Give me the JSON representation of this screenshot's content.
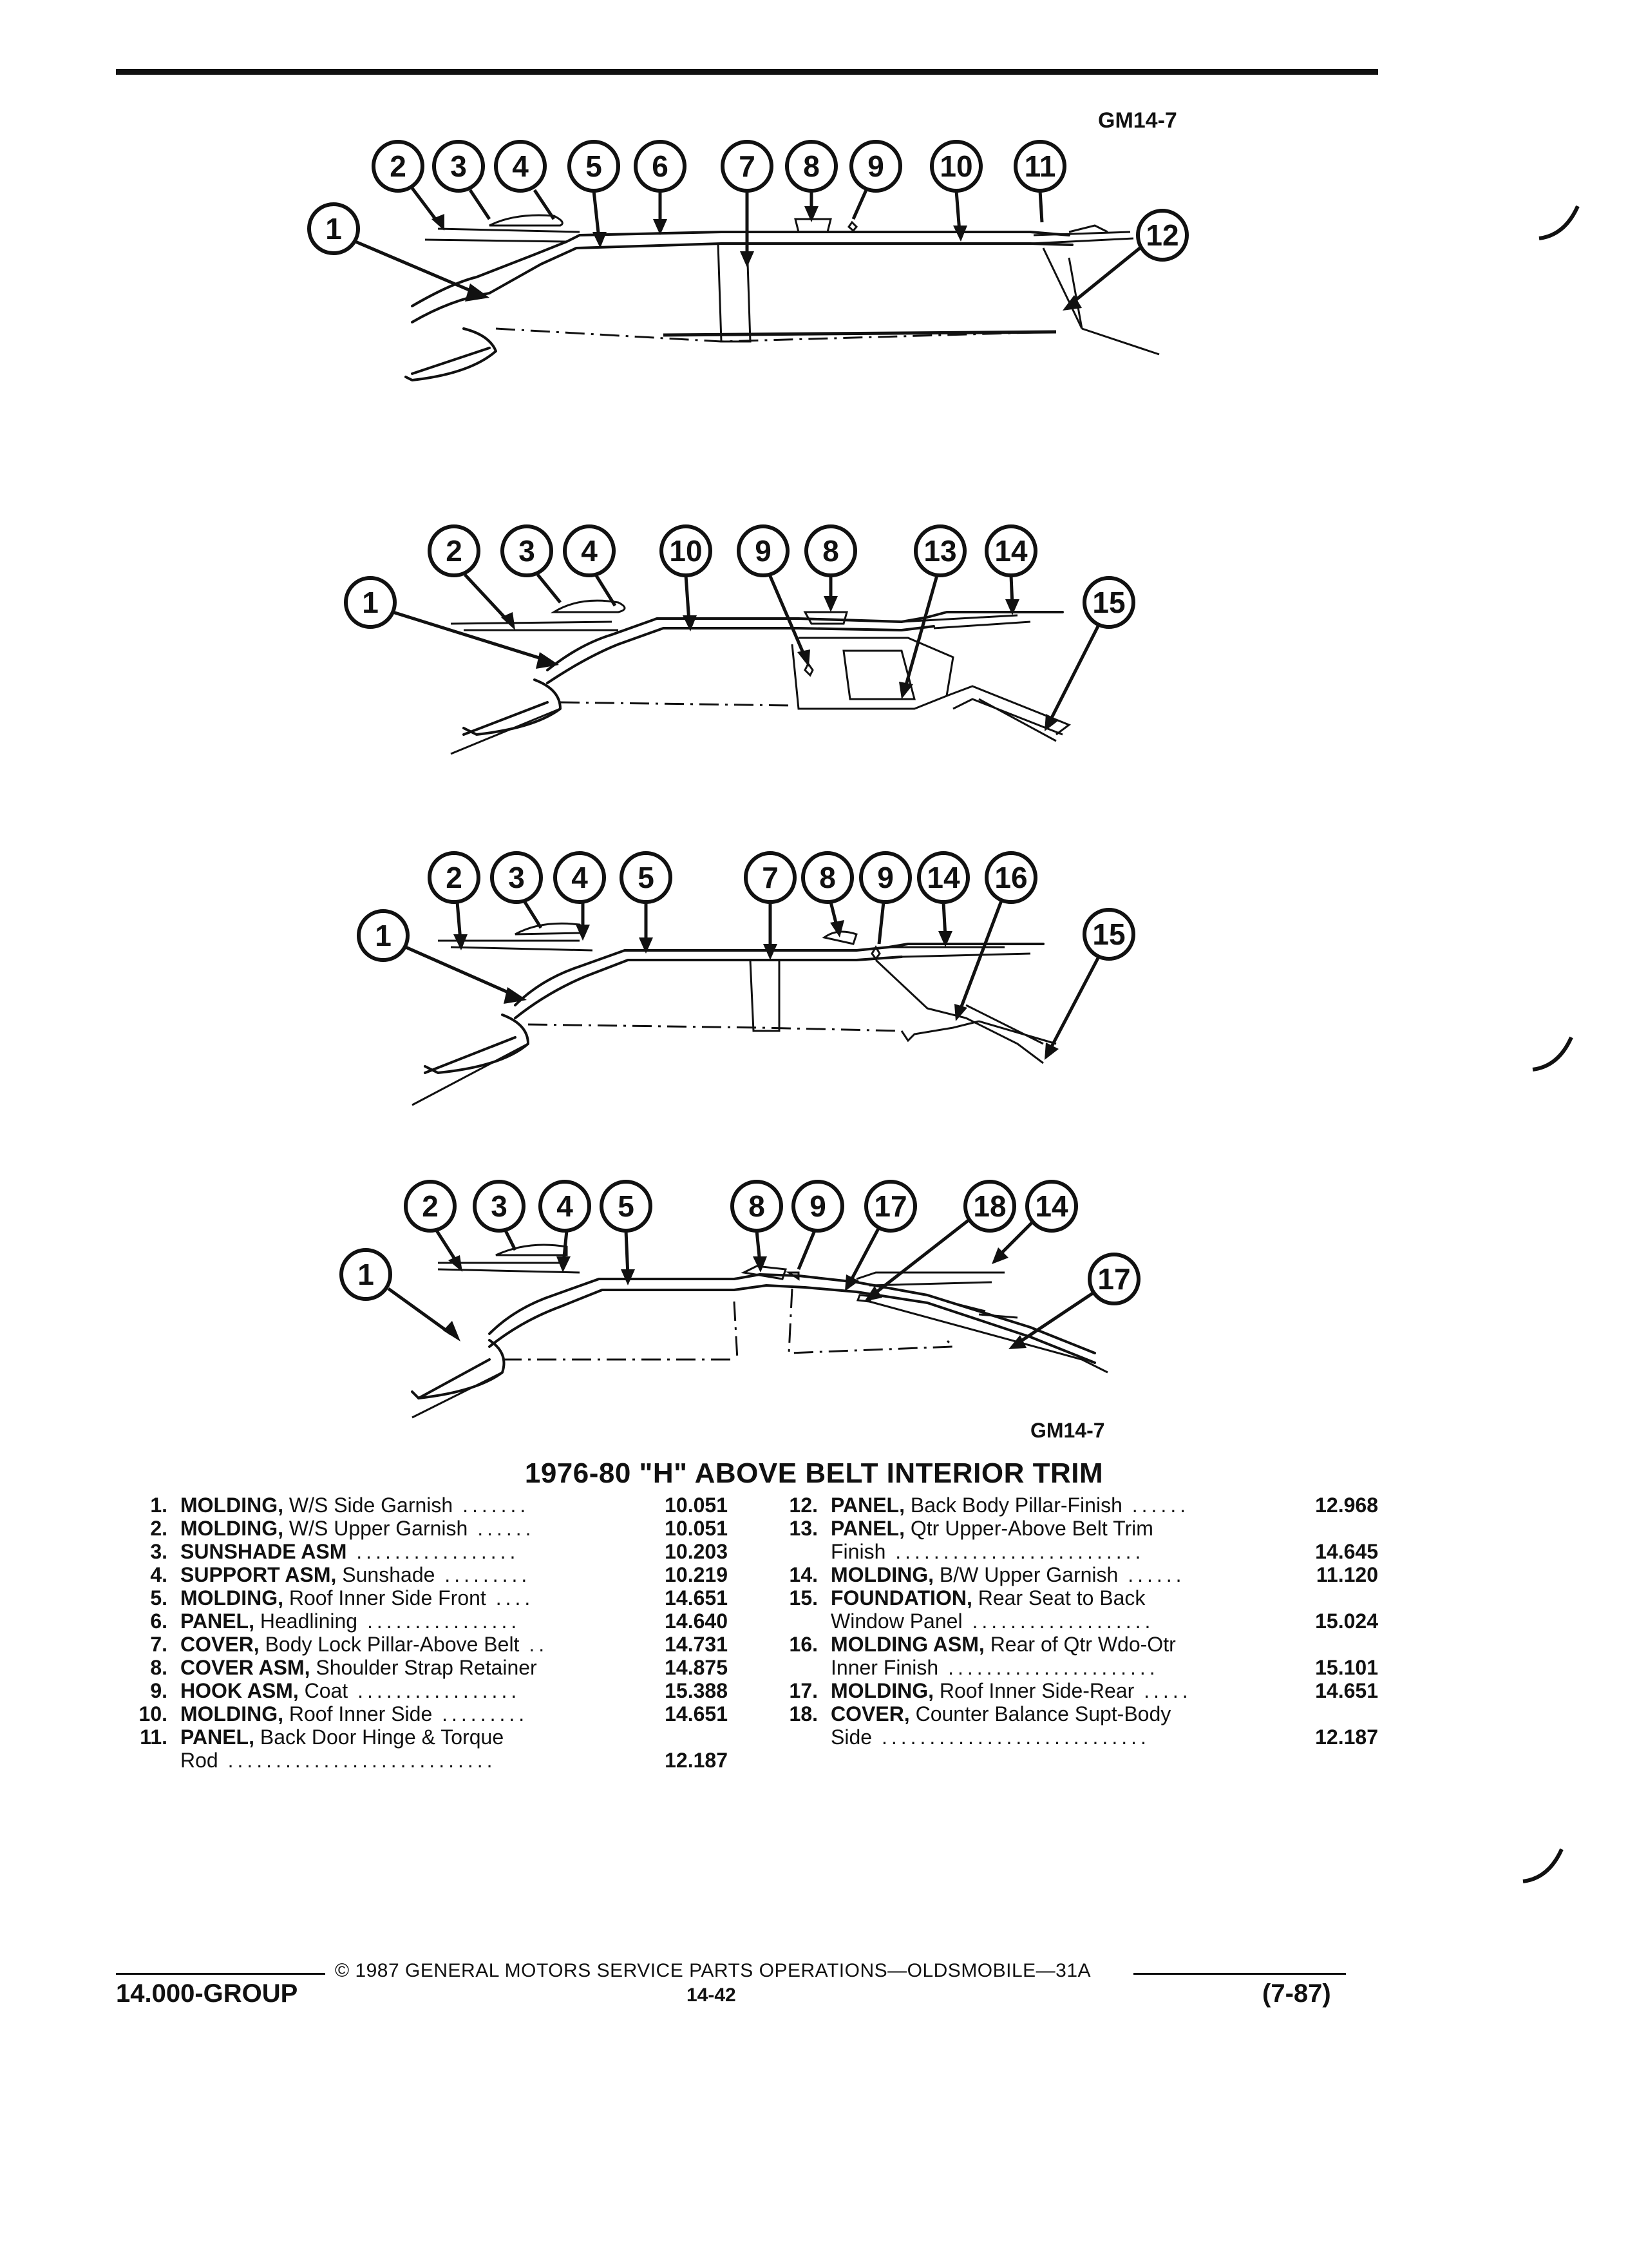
{
  "header": {
    "ref_top": "GM14-7",
    "ref_bottom": "GM14-7"
  },
  "diagrams": [
    {
      "callouts": [
        "1",
        "2",
        "3",
        "4",
        "5",
        "6",
        "7",
        "8",
        "9",
        "10",
        "11",
        "12"
      ]
    },
    {
      "callouts": [
        "1",
        "2",
        "3",
        "4",
        "10",
        "9",
        "8",
        "13",
        "14",
        "15"
      ]
    },
    {
      "callouts": [
        "1",
        "2",
        "3",
        "4",
        "5",
        "7",
        "8",
        "9",
        "14",
        "16",
        "15"
      ]
    },
    {
      "callouts": [
        "1",
        "2",
        "3",
        "4",
        "5",
        "8",
        "9",
        "17",
        "18",
        "14",
        "17"
      ]
    }
  ],
  "title": "1976-80 \"H\" ABOVE BELT INTERIOR TRIM",
  "parts_left": [
    {
      "num": "1.",
      "name": "MOLDING,",
      "desc": " W/S Side Garnish",
      "leader": " .......",
      "pn": "10.051"
    },
    {
      "num": "2.",
      "name": "MOLDING,",
      "desc": " W/S Upper Garnish",
      "leader": " ......",
      "pn": "10.051"
    },
    {
      "num": "3.",
      "name": "SUNSHADE ASM",
      "desc": "",
      "leader": " .................",
      "pn": "10.203"
    },
    {
      "num": "4.",
      "name": "SUPPORT ASM,",
      "desc": " Sunshade",
      "leader": " .........",
      "pn": "10.219"
    },
    {
      "num": "5.",
      "name": "MOLDING,",
      "desc": " Roof Inner Side Front",
      "leader": " ....",
      "pn": "14.651"
    },
    {
      "num": "6.",
      "name": "PANEL,",
      "desc": " Headlining",
      "leader": " ................",
      "pn": "14.640"
    },
    {
      "num": "7.",
      "name": "COVER,",
      "desc": " Body Lock Pillar-Above Belt",
      "leader": " ..",
      "pn": "14.731"
    },
    {
      "num": "8.",
      "name": "COVER ASM,",
      "desc": " Shoulder Strap Retainer",
      "leader": "",
      "pn": "14.875"
    },
    {
      "num": "9.",
      "name": "HOOK ASM,",
      "desc": " Coat",
      "leader": " .................",
      "pn": "15.388"
    },
    {
      "num": "10.",
      "name": "MOLDING,",
      "desc": " Roof Inner Side",
      "leader": " .........",
      "pn": "14.651"
    },
    {
      "num": "11.",
      "name": "PANEL,",
      "desc": " Back Door Hinge & Torque",
      "leader": "",
      "pn": ""
    },
    {
      "num": "",
      "name": "",
      "desc": "Rod",
      "leader": " ............................",
      "pn": "12.187"
    }
  ],
  "parts_right": [
    {
      "num": "12.",
      "name": "PANEL,",
      "desc": " Back Body Pillar-Finish",
      "leader": " ......",
      "pn": "12.968"
    },
    {
      "num": "13.",
      "name": "PANEL,",
      "desc": " Qtr Upper-Above Belt Trim",
      "leader": "",
      "pn": ""
    },
    {
      "num": "",
      "name": "",
      "desc": "Finish",
      "leader": " ..........................",
      "pn": "14.645"
    },
    {
      "num": "14.",
      "name": "MOLDING,",
      "desc": " B/W Upper Garnish",
      "leader": " ......",
      "pn": "11.120"
    },
    {
      "num": "15.",
      "name": "FOUNDATION,",
      "desc": " Rear Seat to Back",
      "leader": "",
      "pn": ""
    },
    {
      "num": "",
      "name": "",
      "desc": "Window Panel",
      "leader": " ...................",
      "pn": "15.024"
    },
    {
      "num": "16.",
      "name": "MOLDING ASM,",
      "desc": " Rear of Qtr Wdo-Otr",
      "leader": "",
      "pn": ""
    },
    {
      "num": "",
      "name": "",
      "desc": "Inner Finish",
      "leader": " ......................",
      "pn": "15.101"
    },
    {
      "num": "17.",
      "name": "MOLDING,",
      "desc": " Roof Inner Side-Rear",
      "leader": " .....",
      "pn": "14.651"
    },
    {
      "num": "18.",
      "name": "COVER,",
      "desc": " Counter Balance Supt-Body",
      "leader": "",
      "pn": ""
    },
    {
      "num": "",
      "name": "",
      "desc": "Side",
      "leader": " ............................",
      "pn": "12.187"
    }
  ],
  "footer": {
    "copyright": "© 1987 GENERAL MOTORS SERVICE PARTS OPERATIONS—OLDSMOBILE—31A",
    "group": "14.000-GROUP",
    "page": "14-42",
    "date": "(7-87)"
  }
}
